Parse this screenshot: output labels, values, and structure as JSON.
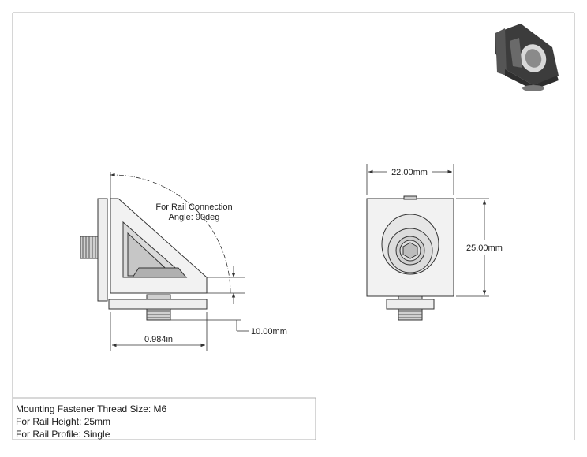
{
  "notes": {
    "thread": "Mounting Fastener Thread Size: M6",
    "height": "For Rail Height: 25mm",
    "profile": "For Rail Profile: Single"
  },
  "dims": {
    "width_top": "22.00mm",
    "height_right": "25.00mm",
    "offset": "10.00mm",
    "width_bottom": "0.984in",
    "connection_line1": "For Rail Connection",
    "connection_line2": "Angle: 90deg"
  },
  "colors": {
    "line": "#333333",
    "face": "#e8e8e8",
    "face_dark": "#bdbdbd",
    "iso_body": "#3a3a3a",
    "iso_light": "#9a9a9a"
  }
}
